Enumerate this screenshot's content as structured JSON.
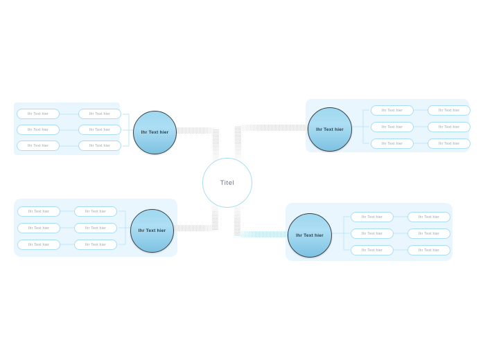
{
  "diagram": {
    "type": "mind-map",
    "center": {
      "label": "Titel"
    },
    "colors": {
      "panel_background": "#eaf6fd",
      "pill_border": "#a9ddf2",
      "pill_text": "#9aa3a8",
      "circle_gradient_top": "#9ed8ef",
      "circle_gradient_bottom": "#7dc2e2",
      "circle_border": "#3a4348",
      "connector": "#bfe5f6",
      "center_text": "#6d7479",
      "page_background": "#ffffff"
    },
    "branches": [
      {
        "id": "top-left",
        "node_label": "Ihr Text hier",
        "rows": [
          {
            "outer": "Ihr Text hier",
            "inner": "Ihr Text hier"
          },
          {
            "outer": "Ihr Text hier",
            "inner": "Ihr Text hier"
          },
          {
            "outer": "Ihr Text hier",
            "inner": "Ihr Text hier"
          }
        ]
      },
      {
        "id": "top-right",
        "node_label": "Ihr Text hier",
        "rows": [
          {
            "inner": "Ihr Text hier",
            "outer": "Ihr Text hier"
          },
          {
            "inner": "Ihr Text hier",
            "outer": "Ihr Text hier"
          },
          {
            "inner": "Ihr Text hier",
            "outer": "Ihr Text hier"
          }
        ]
      },
      {
        "id": "bottom-left",
        "node_label": "Ihr Text hier",
        "rows": [
          {
            "outer": "Ihr Text hier",
            "inner": "Ihr Text hier"
          },
          {
            "outer": "Ihr Text hier",
            "inner": "Ihr Text hier"
          },
          {
            "outer": "Ihr Text hier",
            "inner": "Ihr Text hier"
          }
        ]
      },
      {
        "id": "bottom-right",
        "node_label": "Ihr Text hier",
        "rows": [
          {
            "inner": "Ihr Text hier",
            "outer": "Ihr Text hier"
          },
          {
            "inner": "Ihr Text hier",
            "outer": "Ihr Text hier"
          },
          {
            "inner": "Ihr Text hier",
            "outer": "Ihr Text hier"
          }
        ]
      }
    ]
  }
}
